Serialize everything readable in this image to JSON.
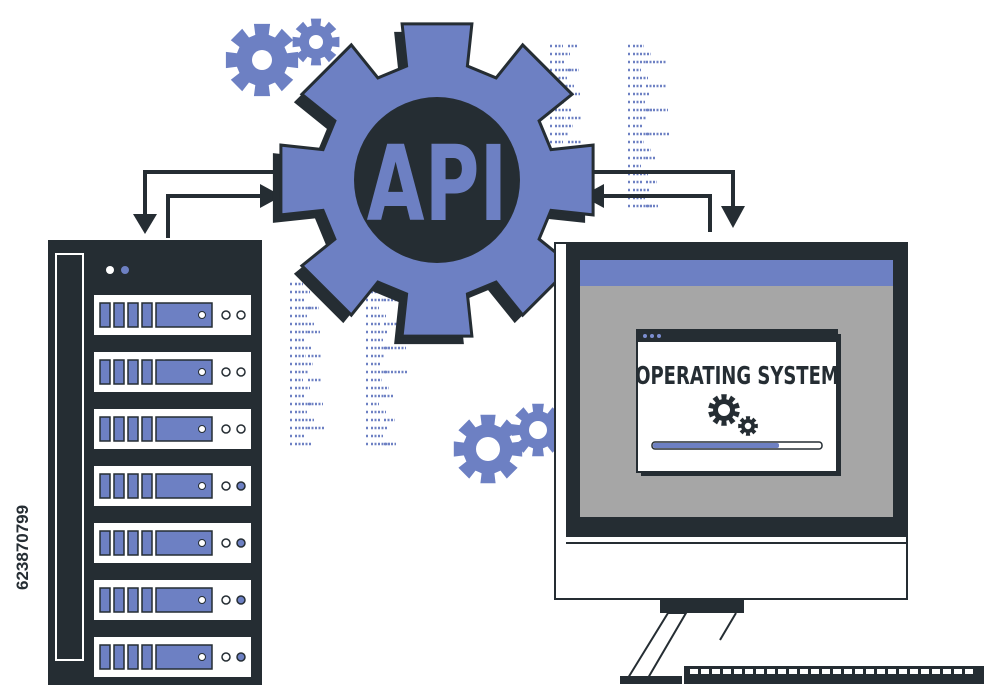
{
  "api_gear": {
    "label": "API"
  },
  "os_window": {
    "title": "OPERATING SYSTEM",
    "progress": 0.75
  },
  "stock_id": {
    "text": "623870799"
  },
  "colors": {
    "dark": "#252d33",
    "accent": "#6d80c3",
    "accent_light": "#7b8dd0",
    "screen_gray": "#a6a6a6",
    "white": "#ffffff"
  },
  "server_rack": {
    "unit_count": 7
  }
}
